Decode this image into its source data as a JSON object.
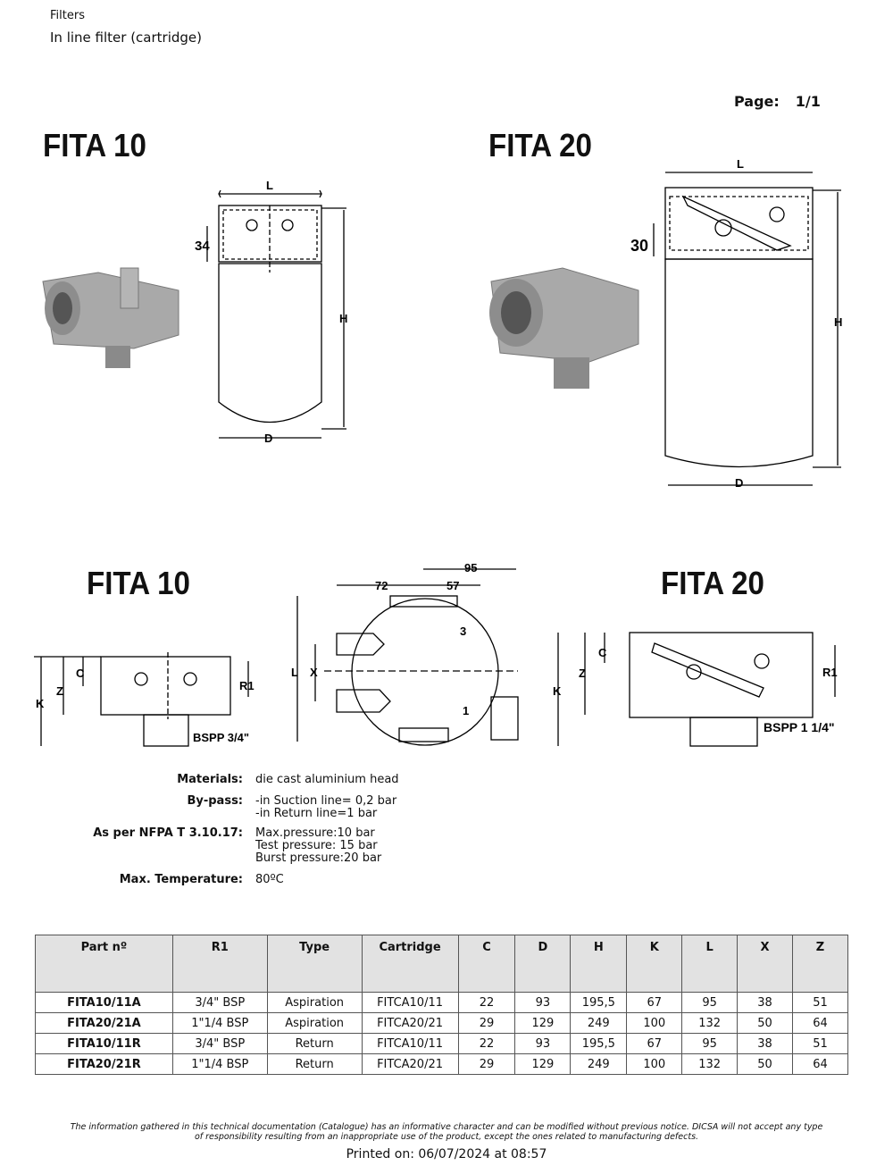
{
  "header": {
    "category": "Filters",
    "title": "In line filter (cartridge)",
    "page_label": "Page:",
    "page_value": "1/1"
  },
  "drawings": {
    "top_left_title": "FITA 10",
    "top_right_title": "FITA 20",
    "bottom_left_title": "FITA 10",
    "bottom_right_title": "FITA 20",
    "dim_L": "L",
    "dim_H": "H",
    "dim_D": "D",
    "dim_34": "34",
    "dim_30": "30",
    "dim_C": "C",
    "dim_Z": "Z",
    "dim_K": "K",
    "dim_R1": "R1",
    "dim_X": "X",
    "dim_72": "72",
    "dim_57": "57",
    "dim_95": "95",
    "port_1": "1",
    "port_3": "3",
    "bspp_small": "BSPP 3/4\"",
    "bspp_large": "BSPP 1 1/4\""
  },
  "specs": [
    {
      "label": "Materials:",
      "lines": [
        "die cast aluminium head"
      ]
    },
    {
      "label": "By-pass:",
      "lines": [
        "-in Suction line= 0,2 bar",
        "-in Return line=1 bar"
      ]
    },
    {
      "label": "As per NFPA T 3.10.17:",
      "lines": [
        "Max.pressure:10 bar",
        "Test pressure: 15 bar",
        "Burst pressure:20 bar"
      ]
    },
    {
      "label": "Max. Temperature:",
      "lines": [
        "80ºC"
      ]
    }
  ],
  "table": {
    "headers": [
      "Part nº",
      "R1",
      "Type",
      "Cartridge",
      "C",
      "D",
      "H",
      "K",
      "L",
      "X",
      "Z"
    ],
    "rows": [
      [
        "FITA10/11A",
        "3/4\" BSP",
        "Aspiration",
        "FITCA10/11",
        "22",
        "93",
        "195,5",
        "67",
        "95",
        "38",
        "51"
      ],
      [
        "FITA20/21A",
        "1\"1/4 BSP",
        "Aspiration",
        "FITCA20/21",
        "29",
        "129",
        "249",
        "100",
        "132",
        "50",
        "64"
      ],
      [
        "FITA10/11R",
        "3/4\" BSP",
        "Return",
        "FITCA10/11",
        "22",
        "93",
        "195,5",
        "67",
        "95",
        "38",
        "51"
      ],
      [
        "FITA20/21R",
        "1\"1/4 BSP",
        "Return",
        "FITCA20/21",
        "29",
        "129",
        "249",
        "100",
        "132",
        "50",
        "64"
      ]
    ]
  },
  "footer": {
    "disclaimer_1": "The information gathered in this technical documentation (Catalogue) has an informative character and can be modified without previous notice. DICSA will not accept any type",
    "disclaimer_2": "of responsibility  resulting from an inappropriate use of the product, except the ones related to  manufacturing defects.",
    "printed": "Printed on: 06/07/2024 at 08:57"
  }
}
